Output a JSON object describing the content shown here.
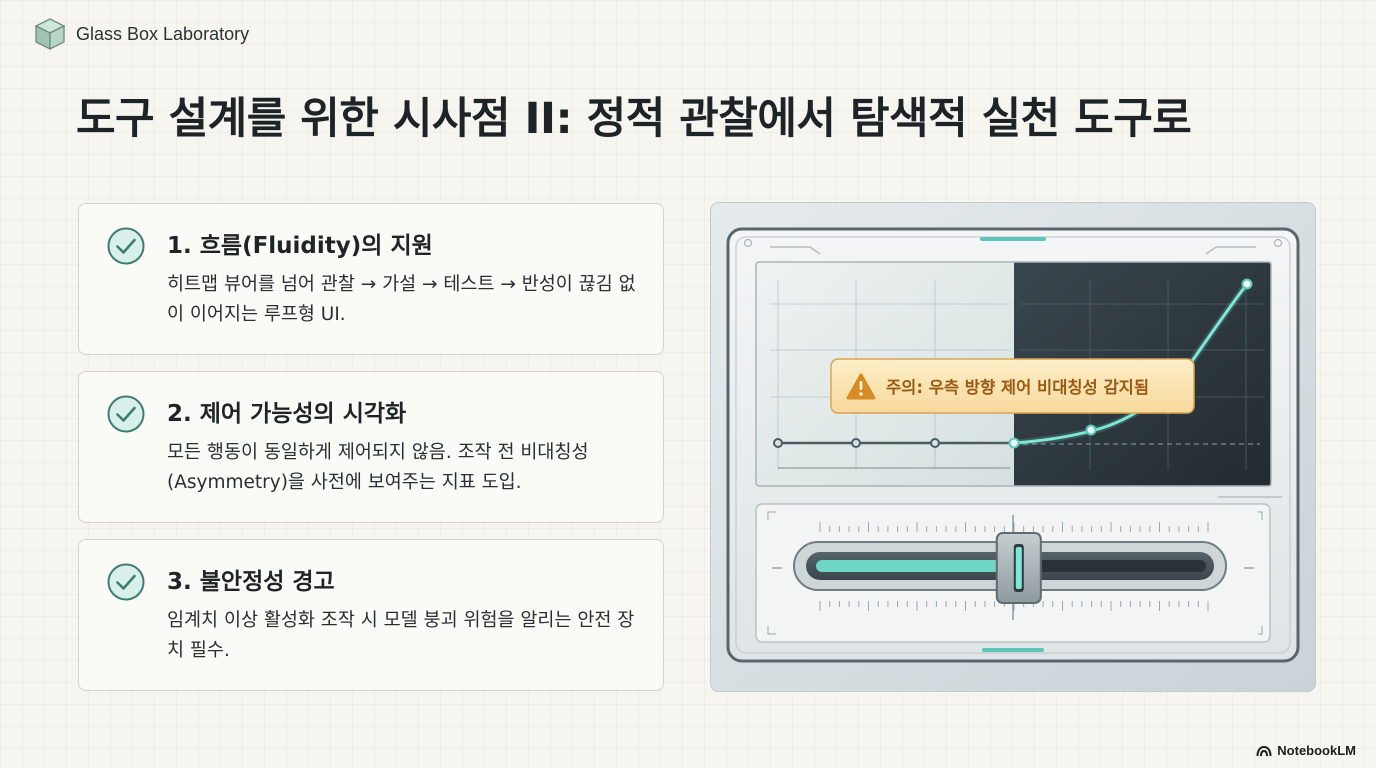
{
  "brand": {
    "name": "Glass Box Laboratory",
    "logo_icon": "glass-cube-icon"
  },
  "title": "도구 설계를 위한 시사점 II: 정적 관찰에서 탐색적 실천 도구로",
  "cards": [
    {
      "icon": "check-circle-icon",
      "heading": "1. 흐름(Fluidity)의 지원",
      "body": "히트맵 뷰어를 넘어 관찰 → 가설 → 테스트 → 반성이 끊김 없이 이어지는 루프형 UI."
    },
    {
      "icon": "check-circle-icon",
      "heading": "2. 제어 가능성의 시각화",
      "body": "모든 행동이 동일하게 제어되지 않음. 조작 전 비대칭성(Asymmetry)을 사전에 보여주는 지표 도입."
    },
    {
      "icon": "check-circle-icon",
      "heading": "3. 불안정성 경고",
      "body": "임계치 이상 활성화 조작 시 모델 붕괴 위험을 알리는 안전 장치 필수."
    }
  ],
  "illustration": {
    "warning_icon": "warning-triangle-icon",
    "warning_text": "주의: 우측 방향 제어 비대칭성 감지됨",
    "slider_level": 0.52
  },
  "colors": {
    "accent": "#5cc6b8",
    "warning_bg": "#fbe5b6",
    "warning_text": "#9a5a12",
    "warning_icon": "#d88a24"
  },
  "footer": {
    "brand": "NotebookLM",
    "logo_icon": "notebooklm-logo-icon"
  }
}
